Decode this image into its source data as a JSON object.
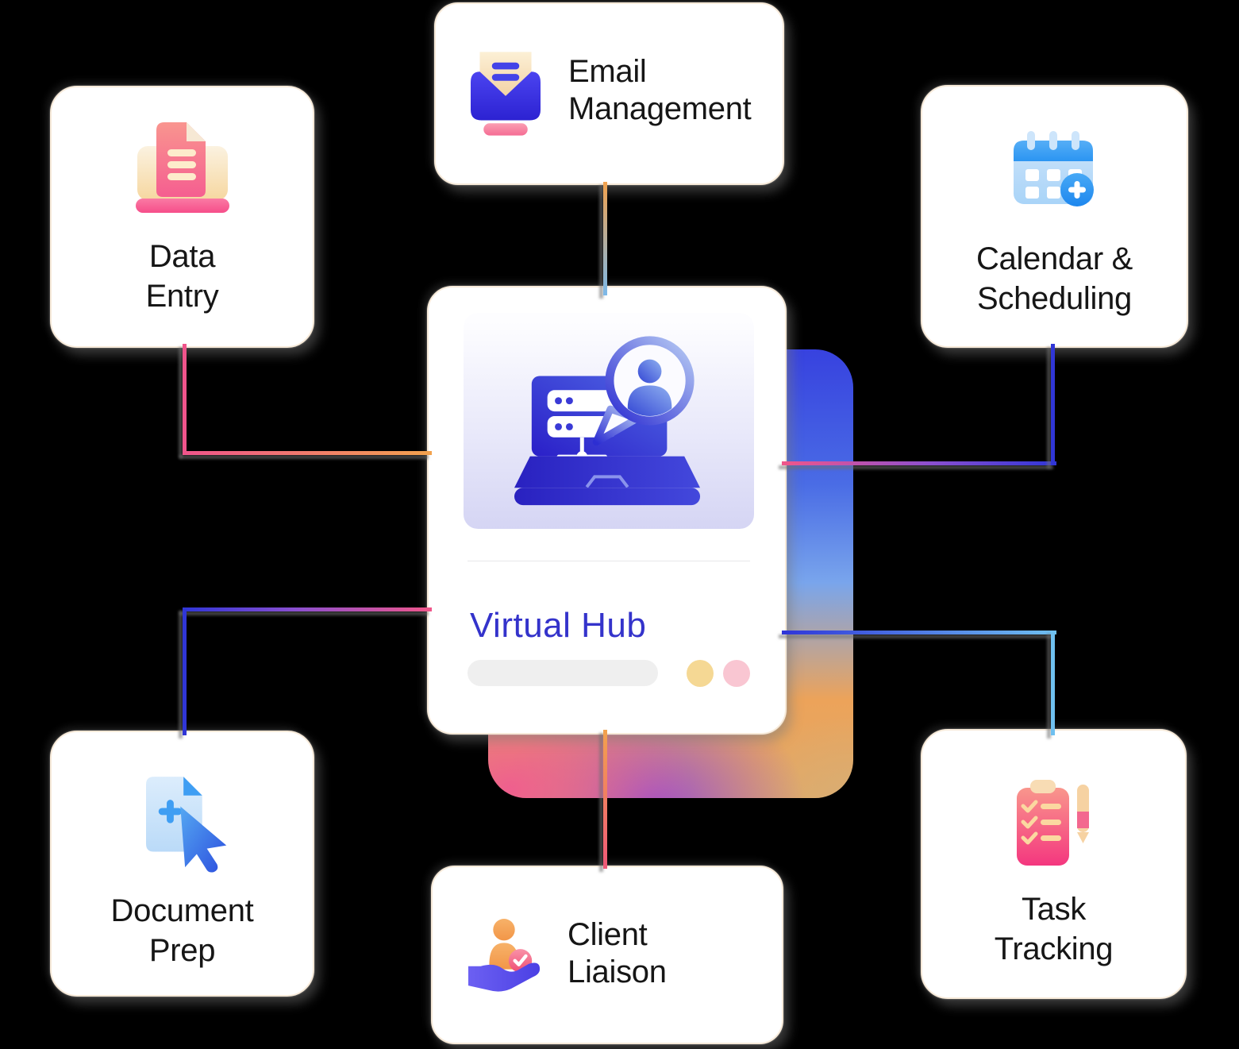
{
  "background_color": "#000000",
  "hub": {
    "title": "Virtual Hub",
    "title_color": "#3433cb",
    "icon": "laptop-support-chat-icon",
    "panel_gradient": [
      "#fdfdff",
      "#d5d5f4"
    ],
    "progress_pill_color": "#efefef",
    "dots": [
      {
        "name": "yellow-dot",
        "color": "#f5d894"
      },
      {
        "name": "pink-dot",
        "color": "#f9c6d2"
      }
    ]
  },
  "nodes": [
    {
      "id": "data-entry",
      "line1": "Data",
      "line2": "Entry",
      "icon": "document-printer-icon"
    },
    {
      "id": "email-management",
      "line1": "Email",
      "line2": "Management",
      "icon": "envelope-letter-icon"
    },
    {
      "id": "calendar-scheduling",
      "line1": "Calendar &",
      "line2": "Scheduling",
      "icon": "calendar-add-icon"
    },
    {
      "id": "document-prep",
      "line1": "Document",
      "line2": "Prep",
      "icon": "document-cursor-icon"
    },
    {
      "id": "client-liaison",
      "line1": "Client",
      "line2": "Liaison",
      "icon": "person-in-hand-icon"
    },
    {
      "id": "task-tracking",
      "line1": "Task",
      "line2": "Tracking",
      "icon": "clipboard-checklist-pen-icon"
    }
  ],
  "connectors": [
    {
      "from": "hub",
      "to": "data-entry",
      "hub_end_color": "#f2a24d",
      "node_end_color": "#ef548b"
    },
    {
      "from": "hub",
      "to": "email-management",
      "hub_end_color": "#7cb9ea",
      "node_end_color": "#f2a24d"
    },
    {
      "from": "hub",
      "to": "calendar-scheduling",
      "hub_end_color": "#f0568a",
      "node_end_color": "#3036d6"
    },
    {
      "from": "hub",
      "to": "document-prep",
      "hub_end_color": "#f0568a",
      "node_end_color": "#3036d6"
    },
    {
      "from": "hub",
      "to": "client-liaison",
      "hub_end_color": "#f2a24d",
      "node_end_color": "#ef5878"
    },
    {
      "from": "hub",
      "to": "task-tracking",
      "hub_end_color": "#2f35d8",
      "node_end_color": "#6fc0f0"
    }
  ],
  "style_colors": {
    "card_background": "#ffffff",
    "card_border": "#f7ead9",
    "label_text": "#161616",
    "blob_top_blue": "#3742df",
    "blob_mid_orange": "#eca35a",
    "blob_bottom_pink": "#ef5f8e",
    "blob_bottom_purple": "#9a50cc"
  }
}
